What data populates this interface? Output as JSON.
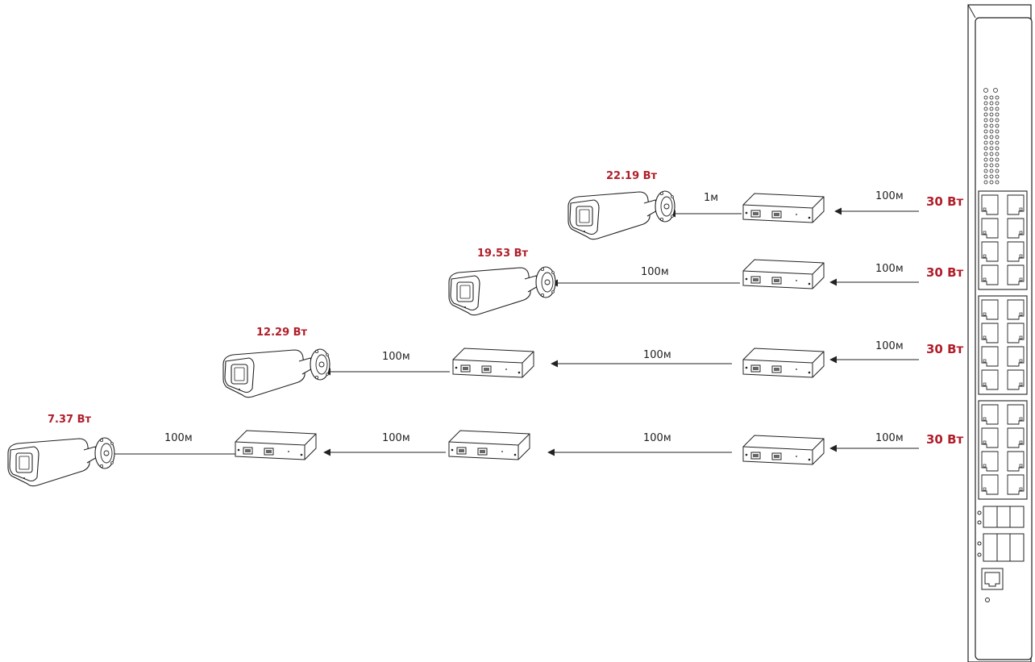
{
  "colors": {
    "power_text": "#b01e2a",
    "line": "#222222"
  },
  "switch_power": [
    "30 Вт",
    "30 Вт",
    "30 Вт",
    "30 Вт"
  ],
  "cameras": [
    {
      "power": "22.19 Вт"
    },
    {
      "power": "19.53 Вт"
    },
    {
      "power": "12.29 Вт"
    },
    {
      "power": "7.37 Вт"
    }
  ],
  "links": {
    "row1": [
      "1м",
      "100м"
    ],
    "row2": [
      "100м",
      "100м"
    ],
    "row3": [
      "100м",
      "100м",
      "100м"
    ],
    "row4": [
      "100м",
      "100м",
      "100м",
      "100м"
    ]
  },
  "icons": [
    "ip-camera-icon",
    "poe-extender-icon",
    "poe-switch-icon",
    "arrow-icon"
  ]
}
